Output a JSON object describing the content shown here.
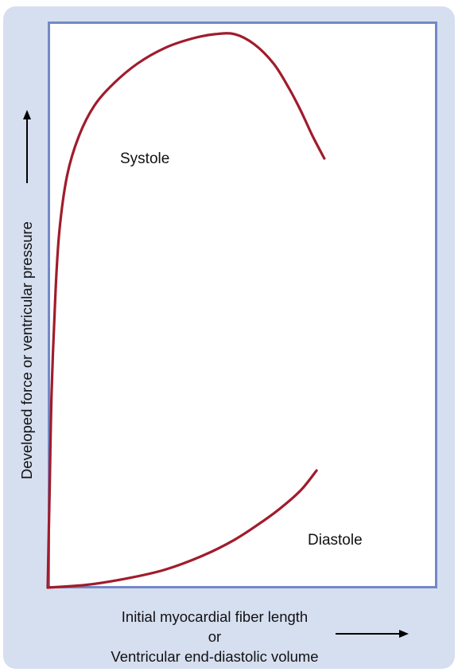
{
  "chart_data": {
    "type": "line",
    "title": "",
    "xlabel_lines": [
      "Initial myocardial fiber length",
      "or",
      "Ventricular end-diastolic volume"
    ],
    "ylabel": "Developed force or ventricular pressure",
    "xlim": [
      0,
      1
    ],
    "ylim": [
      0,
      1
    ],
    "grid": false,
    "curve_color": "#a01c2c",
    "frame_color": "#7389c7",
    "series": [
      {
        "name": "Systole",
        "x": [
          0,
          0.005,
          0.01,
          0.02,
          0.03,
          0.05,
          0.08,
          0.12,
          0.17,
          0.23,
          0.3,
          0.37,
          0.43,
          0.48,
          0.53,
          0.58,
          0.62,
          0.65,
          0.68,
          0.71
        ],
        "y": [
          0.0,
          0.18,
          0.35,
          0.53,
          0.64,
          0.74,
          0.81,
          0.865,
          0.905,
          0.94,
          0.968,
          0.985,
          0.993,
          0.993,
          0.975,
          0.94,
          0.895,
          0.855,
          0.81,
          0.77
        ]
      },
      {
        "name": "Diastole",
        "x": [
          0,
          0.1,
          0.2,
          0.3,
          0.4,
          0.48,
          0.55,
          0.6,
          0.65,
          0.69
        ],
        "y": [
          0.0,
          0.005,
          0.016,
          0.032,
          0.058,
          0.086,
          0.118,
          0.144,
          0.175,
          0.21
        ]
      }
    ]
  }
}
